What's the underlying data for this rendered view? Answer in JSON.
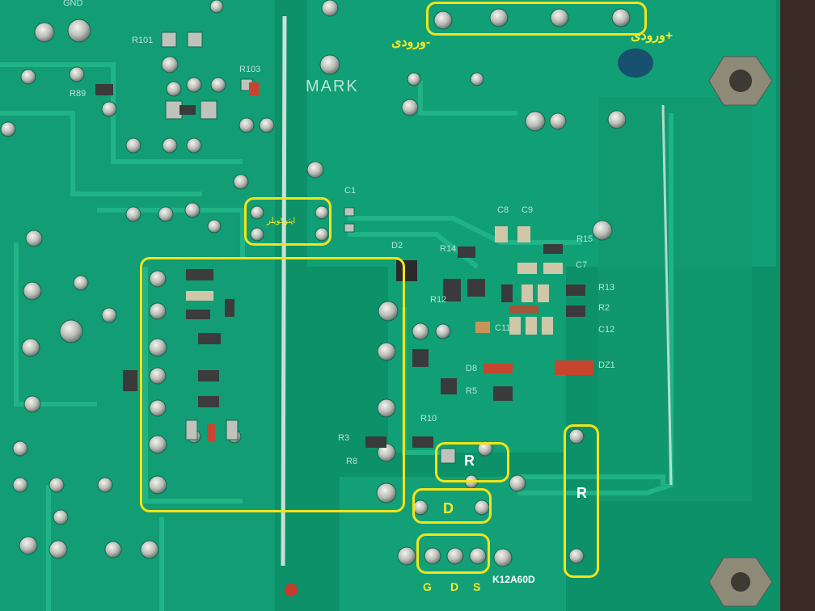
{
  "silkscreen": {
    "gnd": "GND",
    "mark": "MARK",
    "r101": "R101",
    "r103": "R103",
    "r89": "R89",
    "c1": "C1",
    "d2": "D2",
    "r14": "R14",
    "c8": "C8",
    "c9": "C9",
    "r15": "R15",
    "c7": "C7",
    "r13": "R13",
    "r12": "R12",
    "r2": "R2",
    "c12": "C12",
    "c11": "C11",
    "dz1": "DZ1",
    "d8": "D8",
    "r5": "R5",
    "r10": "R10",
    "r3": "R3",
    "r8": "R8"
  },
  "annotations": {
    "input_negative": "-ورودی",
    "input_positive": "+ورودی",
    "small_box_label": "اپتوکوپلر",
    "r_small": "R",
    "r_tall": "R",
    "d_label": "D",
    "pin_g": "G",
    "pin_d": "D",
    "pin_s": "S",
    "part_number": "K12A60D"
  },
  "colors": {
    "board": "#0f9a6e",
    "trace": "#20b585",
    "annotation": "#f2e419",
    "pad": "#c9c9c4"
  }
}
